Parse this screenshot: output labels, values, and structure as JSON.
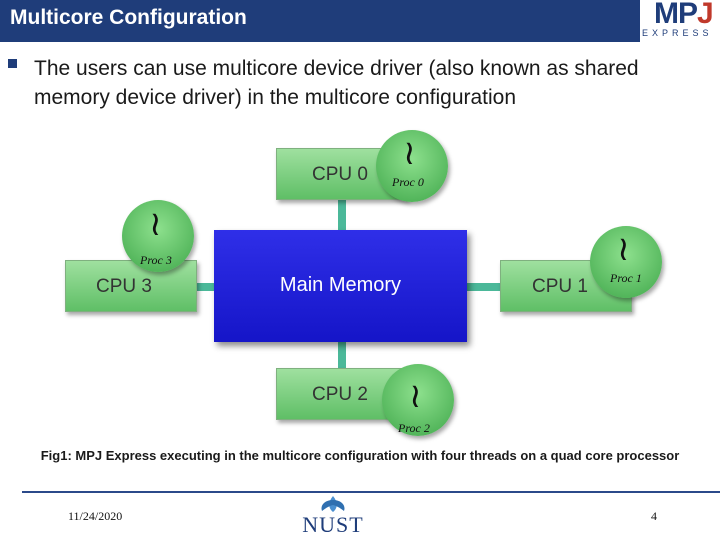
{
  "header": {
    "title": "Multicore Configuration",
    "logo_main": "MPJ",
    "logo_sub": "EXPRESS"
  },
  "bullet": {
    "text": "The users can use multicore device driver (also known as shared memory device driver) in the multicore configuration"
  },
  "diagram": {
    "cpu0": "CPU 0",
    "cpu1": "CPU 1",
    "cpu2": "CPU 2",
    "cpu3": "CPU 3",
    "memory": "Main Memory",
    "proc0": "Proc 0",
    "proc1": "Proc 1",
    "proc2": "Proc 2",
    "proc3": "Proc 3",
    "thread_glyph": "≀"
  },
  "caption": "Fig1: MPJ Express executing in the multicore configuration with four threads on a quad core processor",
  "footer": {
    "date": "11/24/2020",
    "page": "4",
    "logo_text": "NUST"
  },
  "colors": {
    "title_bar": "#1f3d7a",
    "memory_box": "#1e1ed8",
    "cpu_box": "#7fd47f",
    "connector": "#4bb899"
  }
}
